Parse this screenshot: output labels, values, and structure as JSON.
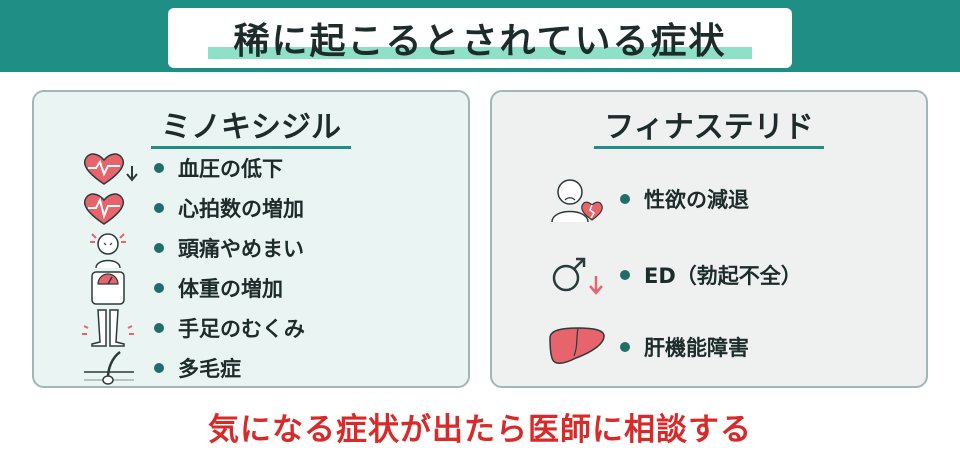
{
  "header": {
    "title": "稀に起こるとされている症状"
  },
  "minoxidil": {
    "heading": "ミノキシジル",
    "items": [
      {
        "label": "血圧の低下",
        "icon": "heart-down-icon"
      },
      {
        "label": "心拍数の増加",
        "icon": "heartbeat-icon"
      },
      {
        "label": "頭痛やめまい",
        "icon": "dizzy-person-icon"
      },
      {
        "label": "体重の増加",
        "icon": "scale-icon"
      },
      {
        "label": "手足のむくみ",
        "icon": "swollen-legs-icon"
      },
      {
        "label": "多毛症",
        "icon": "hair-follicle-icon"
      }
    ]
  },
  "finasteride": {
    "heading": "フィナステリド",
    "items": [
      {
        "label": "性欲の減退",
        "icon": "sad-person-broken-heart-icon"
      },
      {
        "label": "ED（勃起不全）",
        "icon": "male-symbol-down-icon"
      },
      {
        "label": "肝機能障害",
        "icon": "liver-icon"
      }
    ]
  },
  "footer": {
    "message": "気になる症状が出たら医師に相談する"
  },
  "colors": {
    "teal": "#1f8f86",
    "red": "#d92a2a",
    "pink": "#e8646c"
  }
}
